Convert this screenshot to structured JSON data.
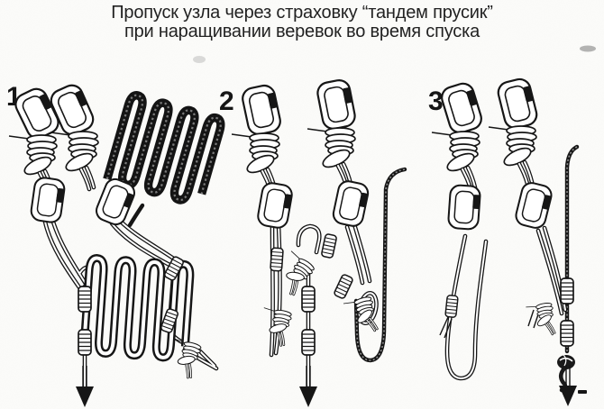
{
  "title": {
    "line1": "Пропуск узла через страховку “тандем прусик”",
    "line2": "при наращивании веревок во время спуска"
  },
  "figures": [
    {
      "number": "1"
    },
    {
      "number": "2"
    },
    {
      "number": "3"
    }
  ],
  "colors": {
    "ink": "#1a1a1a",
    "paper": "#fcfcfa"
  }
}
